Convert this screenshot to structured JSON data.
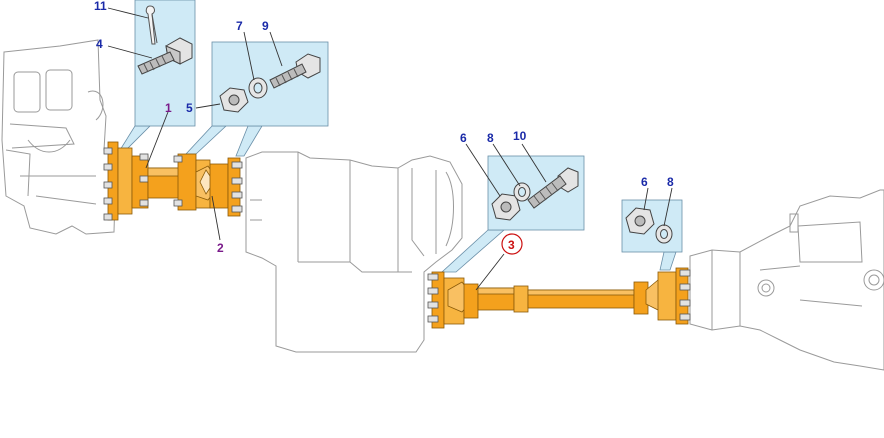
{
  "diagram": {
    "colors": {
      "shaft": "#f4a11d",
      "shaft_dark": "#c97a0c",
      "callout_box": "#cfeaf6",
      "label_blue": "#1a2aa8",
      "label_purple": "#7a1a8a",
      "label_highlight": "#cc1111",
      "outline": "#9a9a9a"
    },
    "labels": {
      "part_11": "11",
      "part_4": "4",
      "part_1": "1",
      "part_5": "5",
      "part_7": "7",
      "part_9": "9",
      "part_2": "2",
      "part_6_center": "6",
      "part_8_center": "8",
      "part_10": "10",
      "part_3": "3",
      "part_6_right": "6",
      "part_8_right": "8"
    },
    "highlighted_part": "3"
  }
}
